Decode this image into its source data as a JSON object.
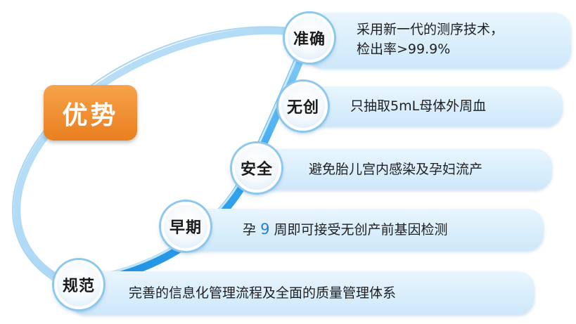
{
  "badge": {
    "label": "优势"
  },
  "items": [
    {
      "title": "准确",
      "desc_line1": "采用新一代的测序技术，",
      "desc_line2": "检出率>99.9%"
    },
    {
      "title": "无创",
      "desc": "只抽取5mL母体外周血"
    },
    {
      "title": "安全",
      "desc": "避免胎儿宫内感染及孕妇流产"
    },
    {
      "title": "早期",
      "desc_pre": "孕",
      "desc_num": "9",
      "desc_post": "周即可接受无创产前基因检测"
    },
    {
      "title": "规范",
      "desc": "完善的信息化管理流程及全面的质量管理体系"
    }
  ]
}
